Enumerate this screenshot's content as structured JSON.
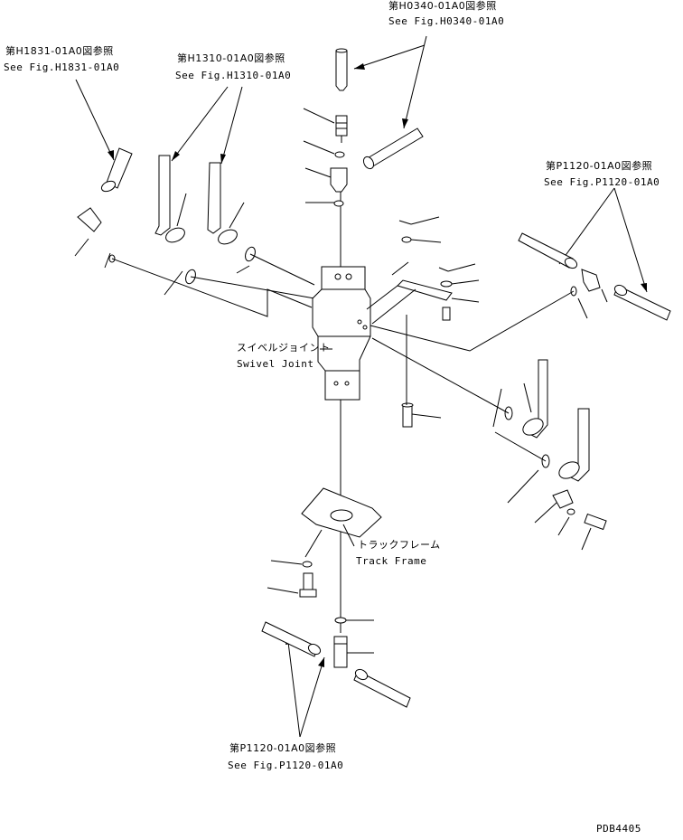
{
  "references": {
    "h0340": {
      "jp": "第H0340-01A0図参照",
      "en": "See Fig.H0340-01A0"
    },
    "h1831": {
      "jp": "第H1831-01A0図参照",
      "en": "See Fig.H1831-01A0"
    },
    "h1310": {
      "jp": "第H1310-01A0図参照",
      "en": "See Fig.H1310-01A0"
    },
    "p1120_right": {
      "jp": "第P1120-01A0図参照",
      "en": "See Fig.P1120-01A0"
    },
    "p1120_bottom": {
      "jp": "第P1120-01A0図参照",
      "en": "See Fig.P1120-01A0"
    }
  },
  "components": {
    "swivel_joint": {
      "jp": "スイベルジョイント",
      "en": "Swivel Joint"
    },
    "track_frame": {
      "jp": "トラックフレーム",
      "en": "Track Frame"
    }
  },
  "drawing_number": "PDB4405"
}
